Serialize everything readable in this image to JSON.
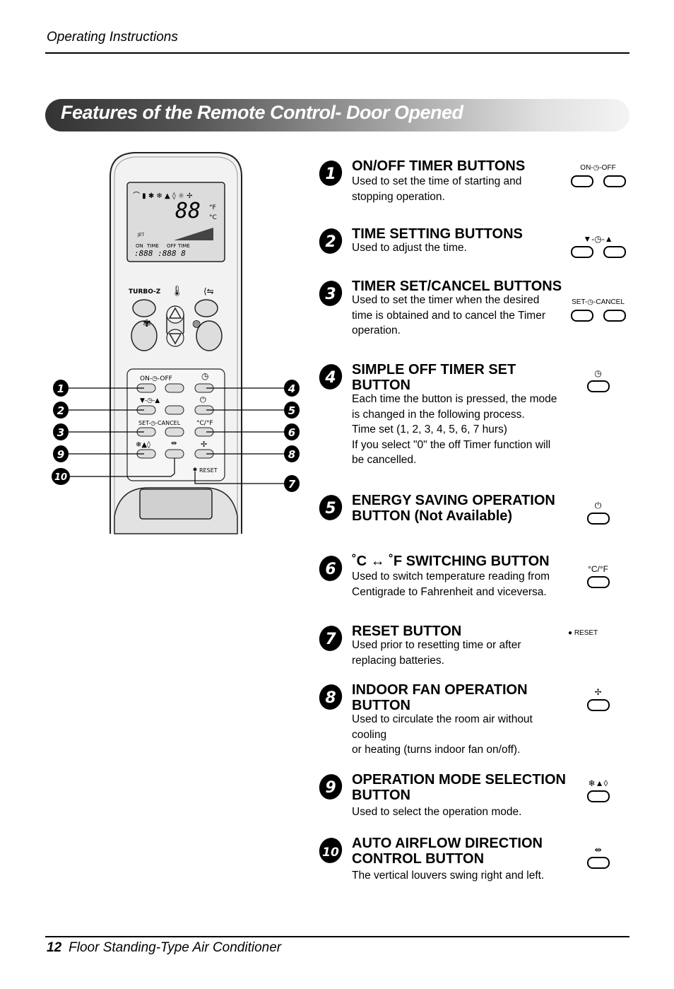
{
  "header": {
    "section": "Operating Instructions"
  },
  "banner": {
    "title": "Features of the Remote Control- Door Opened"
  },
  "footer": {
    "page_number": "12",
    "title": "Floor Standing-Type Air Conditioner"
  },
  "remote": {
    "turbo_label": "TURBO-Z",
    "display_time_label_1": "TIME",
    "display_time_label_2": "TIME",
    "display_on": "ON",
    "display_off": "OFF",
    "display_jet": "JET",
    "onoff_label": "ON-◷-OFF",
    "time_label": "▼-◷-▲",
    "setcancel_label": "SET-◷-CANCEL",
    "cf_label": "°C/°F",
    "reset_label": "RESET",
    "callouts_left": [
      "1",
      "2",
      "3",
      "9",
      "10"
    ],
    "callouts_right": [
      "4",
      "5",
      "6",
      "8",
      "7"
    ]
  },
  "features": [
    {
      "num": "1",
      "title": "ON/OFF TIMER BUTTONS",
      "desc": [
        "Used to set the time of starting and",
        "stopping operation."
      ],
      "icon_label": "ON-◷-OFF",
      "buttons": 2
    },
    {
      "num": "2",
      "title": "TIME SETTING BUTTONS",
      "desc": [
        "Used to adjust the time."
      ],
      "icon_label": "▼-◷-▲",
      "buttons": 2
    },
    {
      "num": "3",
      "title": "TIMER SET/CANCEL BUTTONS",
      "desc": [
        "Used to set the timer when the desired",
        "time is obtained and to cancel the Timer",
        "operation."
      ],
      "icon_label": "SET-◷-CANCEL",
      "buttons": 2
    },
    {
      "num": "4",
      "title": "SIMPLE OFF TIMER SET BUTTON",
      "desc": [
        "Each time the button is pressed, the mode",
        "is changed in the following process.",
        "Time set (1, 2, 3, 4, 5, 6, 7 hurs)",
        "If you select \"0\" the off Timer function will",
        "be cancelled."
      ],
      "icon_label": "◷",
      "buttons": 1
    },
    {
      "num": "5",
      "title": "ENERGY SAVING OPERATION BUTTON (Not Available)",
      "desc": [],
      "icon_label": "⏻",
      "buttons": 1
    },
    {
      "num": "6",
      "title": "˚C ↔ ˚F SWITCHING BUTTON",
      "desc": [
        "Used to switch temperature reading from",
        "Centigrade to Fahrenheit and viceversa."
      ],
      "icon_label": "°C/°F",
      "buttons": 1
    },
    {
      "num": "7",
      "title": "RESET BUTTON",
      "desc": [
        "Used prior to resetting time or after",
        "replacing batteries."
      ],
      "icon_label": "● RESET",
      "buttons": 0
    },
    {
      "num": "8",
      "title": "INDOOR FAN OPERATION BUTTON",
      "desc": [
        "Used to circulate the room air without",
        "cooling",
        "or heating (turns indoor fan on/off)."
      ],
      "icon_label": "✢",
      "buttons": 1
    },
    {
      "num": "9",
      "title": "OPERATION MODE SELECTION BUTTON",
      "desc": [
        "Used to select the operation mode."
      ],
      "icon_label": "❄▲◊",
      "buttons": 1
    },
    {
      "num": "10",
      "title": "AUTO AIRFLOW DIRECTION CONTROL BUTTON",
      "desc": [
        "The vertical louvers swing right and left."
      ],
      "icon_label": "⇹",
      "buttons": 1
    }
  ]
}
